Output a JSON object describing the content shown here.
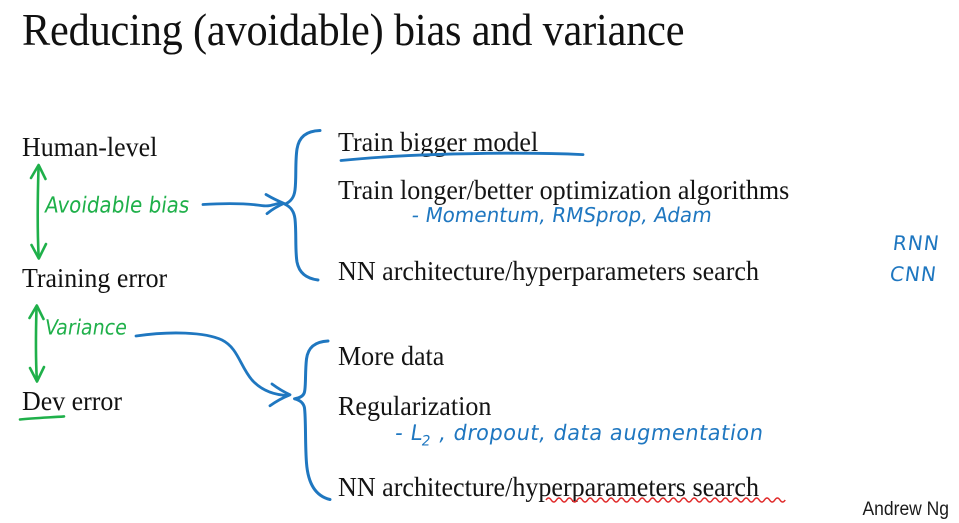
{
  "slide": {
    "title": "Reducing (avoidable) bias and variance",
    "footer_author": "Andrew Ng"
  },
  "colors": {
    "text": "#111111",
    "ink_blue": "#1f77c0",
    "ink_green": "#1fb04a",
    "spellcheck_red": "#e02b2b",
    "background": "#ffffff"
  },
  "left_column": {
    "metrics": [
      {
        "label": "Human-level"
      },
      {
        "label": "Training error"
      },
      {
        "label": "Dev error"
      }
    ],
    "gaps": [
      {
        "name": "avoidable-bias",
        "handwriting": "Avoidable bias",
        "ink": "green"
      },
      {
        "name": "variance",
        "handwriting": "Variance",
        "ink": "green"
      }
    ]
  },
  "bias_group": {
    "items": [
      {
        "text": "Train bigger model",
        "underlined": true
      },
      {
        "text": "Train longer/better optimization algorithms",
        "underlined": false
      },
      {
        "text": "NN architecture/hyperparameters search",
        "underlined": false
      }
    ],
    "annotations": [
      {
        "name": "optimizer-note",
        "handwriting": "- Momentum, RMSprop, Adam",
        "ink": "blue"
      },
      {
        "name": "rnn-note",
        "handwriting": "RNN",
        "ink": "blue"
      },
      {
        "name": "cnn-note",
        "handwriting": "CNN",
        "ink": "blue"
      }
    ]
  },
  "variance_group": {
    "items": [
      {
        "text": "More data",
        "underlined": false
      },
      {
        "text": "Regularization",
        "underlined": false
      },
      {
        "text": "NN architecture/hyperparameters search",
        "underlined": false,
        "spellcheck_word": "hyperparameters"
      }
    ],
    "annotations": [
      {
        "name": "regularizer-note",
        "handwriting_prefix": "- L",
        "handwriting_sub": "2",
        "handwriting_rest": " , dropout, data   augmentation",
        "ink": "blue"
      }
    ]
  },
  "marks": {
    "brace_top": "hand-drawn blue curly brace grouping bias remedies",
    "brace_bottom": "hand-drawn blue curly brace grouping variance remedies",
    "arrow_bias": "blue straight arrow from Avoidable bias to top brace",
    "arrow_variance": "blue curved arrow from Variance to bottom brace",
    "underline_bigger_model": "blue hand underline under Train bigger model",
    "underline_dev_error": "green hand underline under Dev error"
  }
}
